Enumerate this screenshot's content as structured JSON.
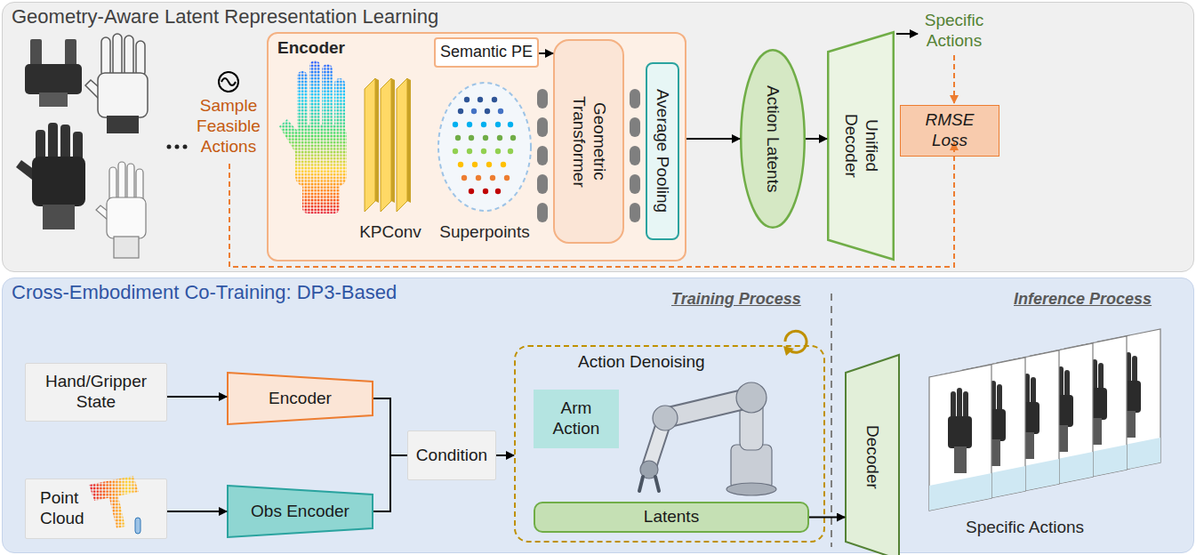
{
  "diagram": {
    "nodes": [
      {
        "text": [
          "Geometry-Aware Latent Representation Learning"
        ]
      },
      {
        "text": [
          "Encoder"
        ],
        "in": 0
      },
      {
        "text": [
          "Semantic PE"
        ],
        "in": 1
      },
      {
        "text": [
          "Geometric Transformer"
        ],
        "in": 1
      },
      {
        "text": [
          "Average Pooling"
        ],
        "in": 1
      },
      {
        "text": [
          "Action Latents"
        ],
        "in": 0
      },
      {
        "text": [
          "Unified Decoder"
        ],
        "in": 0
      },
      {
        "text": [
          "RMSE Loss"
        ],
        "in": 0
      },
      {
        "text": [
          "Cross-Embodiment Co-Training: DP3-Based"
        ]
      },
      {
        "text": [
          "Hand/Gripper State"
        ],
        "in": 8
      },
      {
        "text": [
          "Point Cloud"
        ],
        "in": 8
      },
      {
        "text": [
          "Encoder"
        ],
        "in": 8
      },
      {
        "text": [
          "Obs Encoder"
        ],
        "in": 8
      },
      {
        "text": [
          "Condition"
        ],
        "in": 8
      },
      {
        "text": [
          "Action Denoising"
        ],
        "in": 8
      },
      {
        "text": [
          "Arm Action"
        ],
        "in": 14
      },
      {
        "text": [
          "Latents"
        ],
        "in": 14
      },
      {
        "text": [
          "Decoder"
        ],
        "in": 8
      }
    ],
    "edges": [
      {
        "from": 2,
        "to": 3,
        "arrow": "to"
      },
      {
        "from": 1,
        "to": 5,
        "arrow": "to"
      },
      {
        "from": 5,
        "to": 6,
        "arrow": "to"
      },
      {
        "from": 9,
        "to": 11,
        "arrow": "to"
      },
      {
        "from": 10,
        "to": 12,
        "arrow": "to"
      },
      {
        "from": 11,
        "to": 13,
        "arrow": "none"
      },
      {
        "from": 12,
        "to": 13,
        "arrow": "none"
      },
      {
        "from": 13,
        "to": 14,
        "arrow": "to"
      },
      {
        "from": 16,
        "to": 17,
        "arrow": "to"
      }
    ],
    "labels": [
      "Sample Feasible Actions",
      "KPConv",
      "Superpoints",
      "Specific Actions",
      "Training Process",
      "Inference Process",
      "Specific Actions"
    ]
  }
}
